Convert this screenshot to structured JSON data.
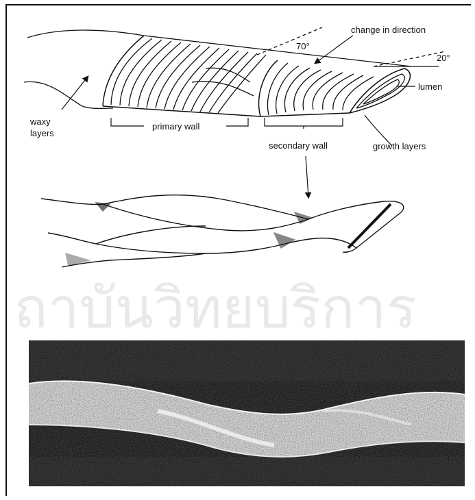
{
  "diagram": {
    "labels": {
      "waxy_line1": "waxy",
      "waxy_line2": "layers",
      "primary_wall": "primary wall",
      "secondary_wall": "secondary wall",
      "change_direction": "change in direction",
      "angle_70": "70°",
      "angle_20": "20°",
      "lumen": "lumen",
      "growth_layers": "growth layers"
    },
    "watermark": "ถาบันวิทยบริการ",
    "colors": {
      "ink": "#111111",
      "micrograph_dark": "#3a3a3a",
      "micrograph_fiber": "#d8d8d8"
    }
  }
}
